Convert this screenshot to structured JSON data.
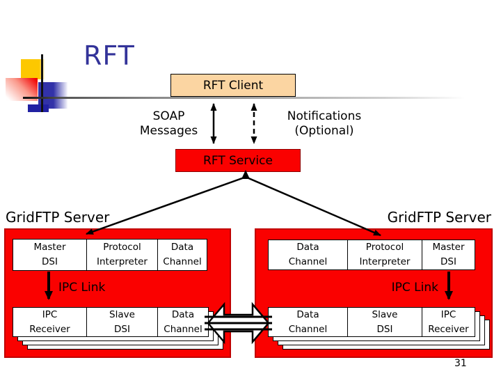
{
  "slide": {
    "title": "RFT",
    "page_number": "31"
  },
  "top": {
    "client_box": "RFT Client",
    "service_box": "RFT Service",
    "soap": {
      "line1": "SOAP",
      "line2": "Messages"
    },
    "notifications": {
      "line1": "Notifications",
      "line2": "(Optional)"
    }
  },
  "left_server": {
    "label": "GridFTP Server",
    "top_row": [
      "Master\nDSI",
      "Protocol\nInterpreter",
      "Data\nChannel"
    ],
    "ipc_link_label": "IPC Link",
    "bottom_row": [
      "IPC\nReceiver",
      "Slave\nDSI",
      "Data\nChannel"
    ]
  },
  "right_server": {
    "label": "GridFTP Server",
    "top_row": [
      "Data\nChannel",
      "Protocol\nInterpreter",
      "Master\nDSI"
    ],
    "ipc_link_label": "IPC Link",
    "bottom_row": [
      "Data\nChannel",
      "Slave\nDSI",
      "IPC\nReceiver"
    ]
  },
  "colors": {
    "red_fill": "#FA0100",
    "container_border": "#C00000",
    "service_border": "#8B0000",
    "client_peach": "#FBD5A2",
    "title_navy": "#333399",
    "logo_yellow": "#FDC800",
    "logo_red": "#F20000",
    "logo_blue": "#3232A8",
    "text_black": "#000000"
  }
}
